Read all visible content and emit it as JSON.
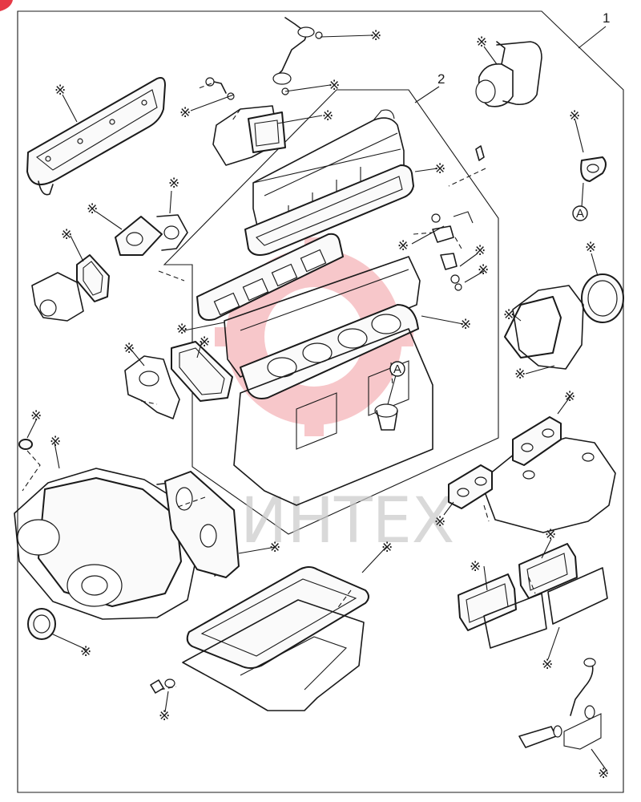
{
  "labels": {
    "kit": "1",
    "upper_kit": "2"
  },
  "asterisk": "※",
  "ref_marker": "A",
  "watermark": {
    "text": "ИНТЕХ",
    "logo_color": "#e63946"
  },
  "colors": {
    "line": "#1a1a1a",
    "background": "#ffffff"
  }
}
